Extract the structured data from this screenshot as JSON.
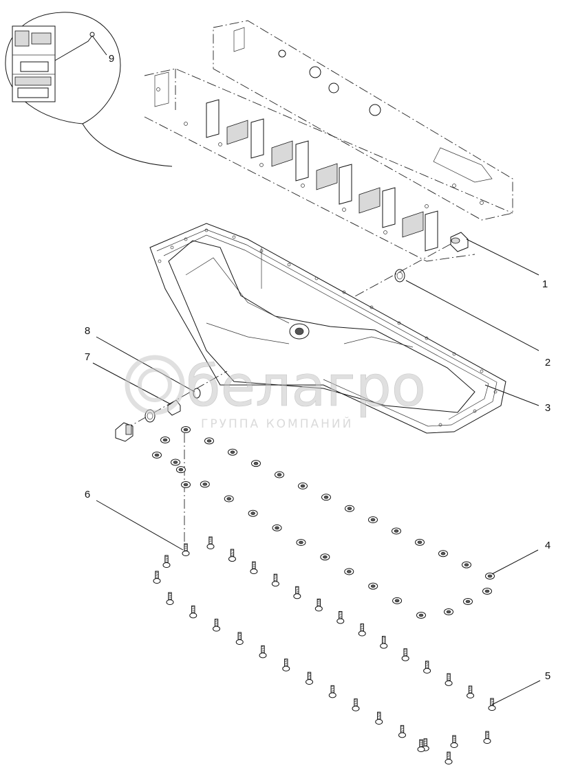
{
  "callouts": [
    {
      "label": "1"
    },
    {
      "label": "2"
    },
    {
      "label": "3"
    },
    {
      "label": "4"
    },
    {
      "label": "5"
    },
    {
      "label": "6"
    },
    {
      "label": "7"
    },
    {
      "label": "8"
    },
    {
      "label": "9"
    }
  ],
  "watermark": {
    "logo_text": "белагро",
    "subtitle": "ГРУППА КОМПАНИЙ"
  },
  "colors": {
    "line": "#111111",
    "shade": "#d9d9d9",
    "watermark": "#c8c8c8"
  }
}
